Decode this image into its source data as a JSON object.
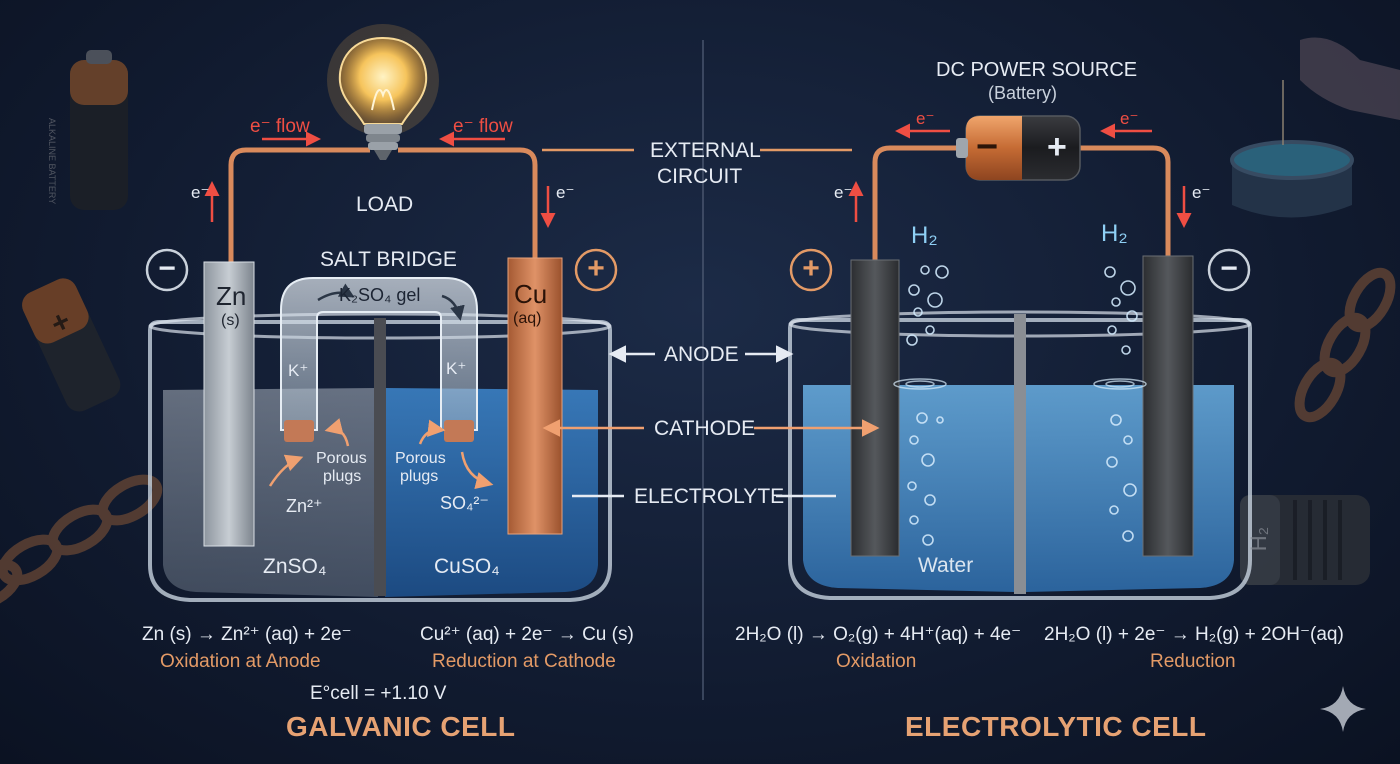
{
  "galvanic": {
    "title": "GALVANIC CELL",
    "load_label": "LOAD",
    "salt_bridge_label": "SALT BRIDGE",
    "bridge_gel": "K₂SO₄ gel",
    "eflow_left": "e⁻ flow",
    "eflow_right": "e⁻ flow",
    "e_left": "e⁻",
    "e_right": "e⁻",
    "anode_sign": "−",
    "cathode_sign": "+",
    "zn_symbol": "Zn",
    "zn_state": "(s)",
    "cu_symbol": "Cu",
    "cu_state": "(aq)",
    "k_ion_left": "K⁺",
    "k_ion_right": "K⁺",
    "porous_left_1": "Porous",
    "porous_left_2": "plugs",
    "porous_right_1": "Porous",
    "porous_right_2": "plugs",
    "zn_ion": "Zn²⁺",
    "so4_ion": "SO₄²⁻",
    "left_solution": "ZnSO₄",
    "right_solution": "CuSO₄",
    "anode_equation": "Zn (s) → Zn²⁺ (aq) + 2e⁻",
    "anode_caption": "Oxidation at Anode",
    "cathode_equation": "Cu²⁺ (aq) + 2e⁻ → Cu (s)",
    "cathode_caption": "Reduction at Cathode",
    "cell_potential": "E°cell = +1.10 V"
  },
  "shared_labels": {
    "external_circuit_1": "EXTERNAL",
    "external_circuit_2": "CIRCUIT",
    "anode": "ANODE",
    "cathode": "CATHODE",
    "electrolyte": "ELECTROLYTE"
  },
  "electrolytic": {
    "title": "ELECTROLYTIC CELL",
    "power_source_1": "DC POWER SOURCE",
    "power_source_2": "(Battery)",
    "battery_minus": "−",
    "battery_plus": "+",
    "e_top_left": "e⁻",
    "e_top_right": "e⁻",
    "e_side_left": "e⁻",
    "e_side_right": "e⁻",
    "anode_sign": "+",
    "cathode_sign": "−",
    "gas_left": "H₂",
    "gas_right": "H₂",
    "solution": "Water",
    "oxidation_equation": "2H₂O (l) → O₂(g) + 4H⁺(aq) + 4e⁻",
    "oxidation_caption": "Oxidation",
    "reduction_equation": "2H₂O (l) + 2e⁻ → H₂(g) + 2OH⁻(aq)",
    "reduction_caption": "Reduction"
  },
  "decor": {
    "battery_text": "ALKALINE BATTERY",
    "h2_tank_text": "H₂"
  },
  "colors": {
    "wire": "#d98a5c",
    "arrow": "#e8463c",
    "copper": "#c9764b",
    "zinc": "#a9b0b8",
    "electrolyte_blue": "#2f6fb0",
    "accent": "#e6a273"
  }
}
